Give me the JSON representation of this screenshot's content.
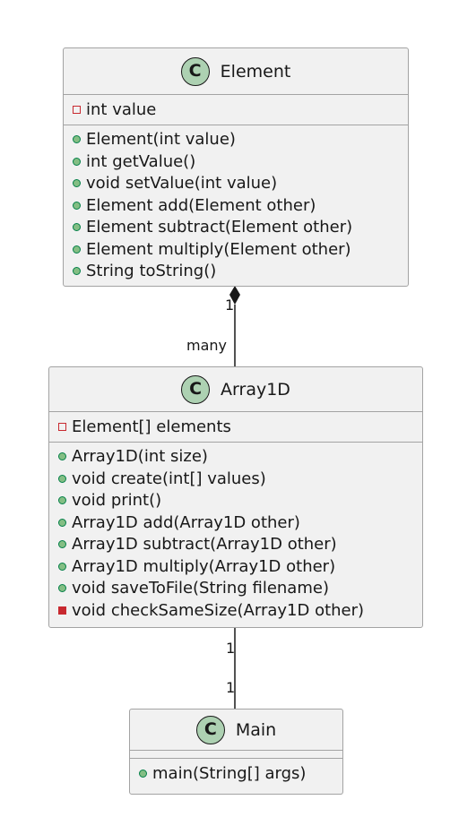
{
  "diagram": {
    "classes": [
      {
        "id": "element",
        "icon_letter": "C",
        "name": "Element",
        "attributes": [
          {
            "visibility": "private",
            "text": "int value"
          }
        ],
        "methods": [
          {
            "visibility": "public",
            "text": "Element(int value)"
          },
          {
            "visibility": "public",
            "text": "int getValue()"
          },
          {
            "visibility": "public",
            "text": "void setValue(int value)"
          },
          {
            "visibility": "public",
            "text": "Element add(Element other)"
          },
          {
            "visibility": "public",
            "text": "Element subtract(Element other)"
          },
          {
            "visibility": "public",
            "text": "Element multiply(Element other)"
          },
          {
            "visibility": "public",
            "text": "String toString()"
          }
        ]
      },
      {
        "id": "array1d",
        "icon_letter": "C",
        "name": "Array1D",
        "attributes": [
          {
            "visibility": "private",
            "text": "Element[] elements"
          }
        ],
        "methods": [
          {
            "visibility": "public",
            "text": "Array1D(int size)"
          },
          {
            "visibility": "public",
            "text": "void create(int[] values)"
          },
          {
            "visibility": "public",
            "text": "void print()"
          },
          {
            "visibility": "public",
            "text": "Array1D add(Array1D other)"
          },
          {
            "visibility": "public",
            "text": "Array1D subtract(Array1D other)"
          },
          {
            "visibility": "public",
            "text": "Array1D multiply(Array1D other)"
          },
          {
            "visibility": "public",
            "text": "void saveToFile(String filename)"
          },
          {
            "visibility": "private-method",
            "text": "void checkSameSize(Array1D other)"
          }
        ]
      },
      {
        "id": "main",
        "icon_letter": "C",
        "name": "Main",
        "attributes": [],
        "methods": [
          {
            "visibility": "public",
            "text": "main(String[] args)"
          }
        ]
      }
    ],
    "relations": [
      {
        "from": "element",
        "to": "array1d",
        "type": "composition",
        "from_multiplicity": "1",
        "to_multiplicity": "many"
      },
      {
        "from": "array1d",
        "to": "main",
        "type": "association",
        "from_multiplicity": "1",
        "to_multiplicity": "1"
      }
    ],
    "colors": {
      "class_fill": "#f1f1f1",
      "class_border": "#a3a3a3",
      "icon_fill": "#add1b2",
      "public_marker": "#84be84",
      "private_marker": "#c82930",
      "line": "#181818"
    }
  }
}
